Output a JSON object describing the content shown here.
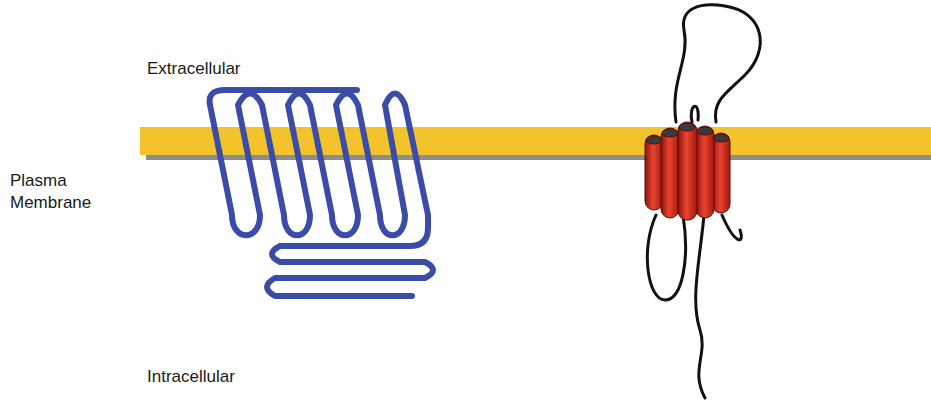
{
  "diagram": {
    "labels": [
      "Extracellular",
      "Plasma Membrane",
      "Intracellular"
    ]
  }
}
